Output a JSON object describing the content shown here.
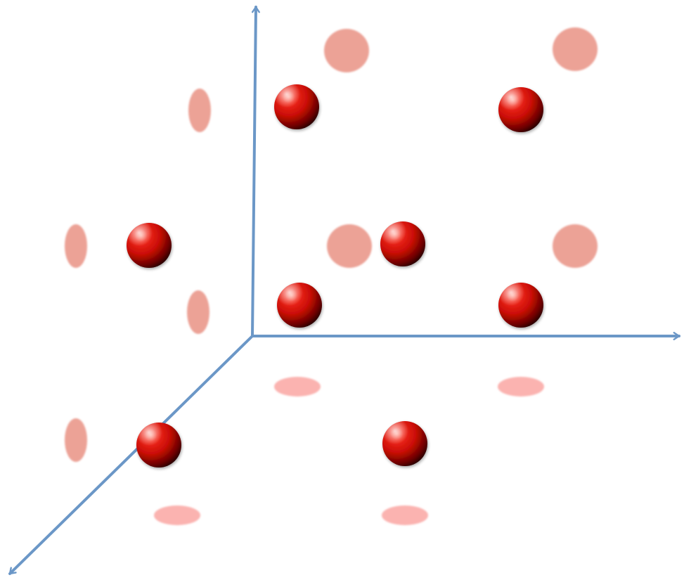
{
  "diagram": {
    "type": "3d-lattice-with-projections",
    "colors": {
      "axis": "#6B97C7",
      "atom_highlight": "#ff6a5a",
      "atom_mid": "#d80f08",
      "atom_dark": "#2a0000",
      "projection_back_wall": "#eca296",
      "projection_side_wall": "#eca296",
      "projection_floor": "#fbb3b0"
    },
    "axes": [
      "vertical-axis",
      "horizontal-axis",
      "depth-axis"
    ],
    "atoms": [
      "atom-back-top-left",
      "atom-back-top-right",
      "atom-back-bottom-left",
      "atom-back-bottom-right",
      "atom-center",
      "atom-left-face-center",
      "atom-front-bottom-left",
      "atom-front-bottom-right"
    ],
    "projections": {
      "back_wall": [
        "top-left",
        "top-right",
        "middle-left",
        "middle-right"
      ],
      "side_wall": [
        "upper",
        "middle-outer",
        "middle-inner",
        "lower"
      ],
      "floor": [
        "back-left",
        "back-right",
        "front-left",
        "front-right"
      ]
    }
  }
}
